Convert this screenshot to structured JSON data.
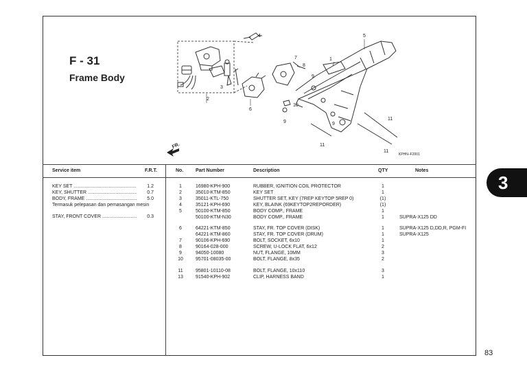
{
  "section": {
    "code": "F - 31",
    "name": "Frame Body"
  },
  "diagram": {
    "labels": [
      "4",
      "5",
      "7",
      "8",
      "1",
      "9",
      "3",
      "2",
      "6",
      "10",
      "9",
      "9",
      "11",
      "11",
      "11"
    ],
    "arrow_label": "FR.",
    "ref_code": "KPHN–F2001"
  },
  "service_table": {
    "header_item": "Service item",
    "header_frt": "F.R.T.",
    "items": [
      {
        "label": "KEY SET",
        "frt": "1.2"
      },
      {
        "label": "KEY, SHUTTER",
        "frt": "0.7"
      },
      {
        "label": "BODY, FRAME",
        "frt": "5.0"
      },
      {
        "label": "Termasuk pelepasan dan pemasangan mesin",
        "frt": ""
      },
      {
        "label": "STAY, FRONT COVER",
        "frt": "0.3"
      }
    ]
  },
  "parts_table": {
    "headers": {
      "no": "No.",
      "part_number": "Part Number",
      "description": "Description",
      "qty": "QTY",
      "notes": "Notes"
    },
    "rows": [
      {
        "no": "1",
        "part": "16980-KPH-900",
        "desc": "RUBBER, IGNITION COIL PROTECTOR",
        "qty": "1",
        "note": ""
      },
      {
        "no": "2",
        "part": "35010-KTM-850",
        "desc": "KEY SET",
        "qty": "1",
        "note": ""
      },
      {
        "no": "3",
        "part": "35011-KTL-750",
        "desc": "SHUTTER SET, KEY (7REP KEYTOP 5REP 0)",
        "qty": "(1)",
        "note": ""
      },
      {
        "no": "4",
        "part": "35121-KPH-690",
        "desc": "KEY, BLAINK (69KEYTOP2REPORDER)",
        "qty": "(1)",
        "note": ""
      },
      {
        "no": "5",
        "part": "50100-KTM-850",
        "desc": "BODY COMP., FRAME",
        "qty": "1",
        "note": ""
      },
      {
        "no": "",
        "part": "50100-KTM-N30",
        "desc": "BODY COMP., FRAME",
        "qty": "1",
        "note": "SUPRA-X125 DD"
      },
      {
        "no": "6",
        "part": "64221-KTM-850",
        "desc": "STAY, FR. TOP COVER (DISK)",
        "qty": "1",
        "note": "SUPRA-X125 D,DD,R, PGM-FI"
      },
      {
        "no": "",
        "part": "64221-KTM-860",
        "desc": "STAY, FR. TOP COVER (DRUM)",
        "qty": "1",
        "note": "SUPRA-X125"
      },
      {
        "no": "7",
        "part": "90106-KPH-690",
        "desc": "BOLT, SOCKET, 6x10",
        "qty": "1",
        "note": ""
      },
      {
        "no": "8",
        "part": "90164-028-000",
        "desc": "SCREW, U-LOCK FLAT, 6x12",
        "qty": "2",
        "note": ""
      },
      {
        "no": "9",
        "part": "94050-10080",
        "desc": "NUT, FLANGE, 10MM",
        "qty": "3",
        "note": ""
      },
      {
        "no": "10",
        "part": "95701-08035-00",
        "desc": "BOLT, FLANGE, 8x35",
        "qty": "2",
        "note": ""
      },
      {
        "no": "11",
        "part": "95801-10110-08",
        "desc": "BOLT, FLANGE, 10x110",
        "qty": "3",
        "note": ""
      },
      {
        "no": "13",
        "part": "91540-KPH-902",
        "desc": "CLIP, HARNESS BAND",
        "qty": "1",
        "note": ""
      }
    ]
  },
  "chapter_tab": "3",
  "page_number": "83"
}
